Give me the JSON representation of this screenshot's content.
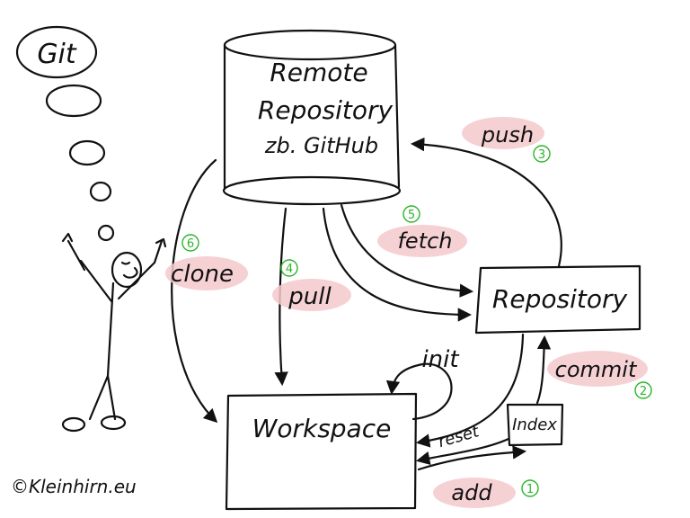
{
  "thought_bubble": {
    "text": "Git"
  },
  "nodes": {
    "remote": {
      "line1": "Remote",
      "line2": "Repository",
      "line3": "zb. GitHub"
    },
    "repository": {
      "label": "Repository"
    },
    "workspace": {
      "label": "Workspace"
    },
    "index": {
      "label": "Index"
    }
  },
  "edges": {
    "push": {
      "label": "push",
      "step": "3"
    },
    "fetch": {
      "label": "fetch",
      "step": "5"
    },
    "pull": {
      "label": "pull",
      "step": "4"
    },
    "clone": {
      "label": "clone",
      "step": "6"
    },
    "commit": {
      "label": "commit",
      "step": "2"
    },
    "add": {
      "label": "add",
      "step": "1"
    },
    "reset": {
      "label": "reset"
    },
    "init": {
      "label": "init"
    }
  },
  "copyright": "©Kleinhirn.eu",
  "colors": {
    "ink": "#111111",
    "highlight": "#f4c9cd",
    "step_number": "#2bb52b"
  }
}
